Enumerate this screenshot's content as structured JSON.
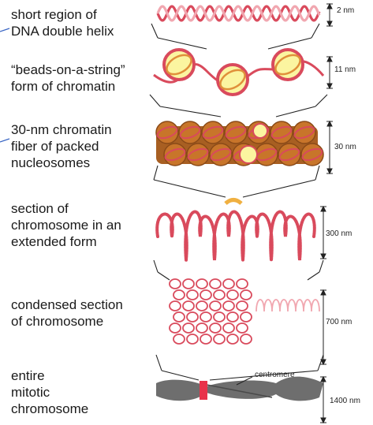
{
  "panels": [
    {
      "lines": [
        "short region of",
        "DNA double helix"
      ],
      "scale": "2 nm"
    },
    {
      "lines": [
        "“beads-on-a-string”",
        "form of chromatin"
      ],
      "scale": "11 nm"
    },
    {
      "lines": [
        "30-nm chromatin",
        "fiber of packed",
        "nucleosomes"
      ],
      "scale": "30 nm"
    },
    {
      "lines": [
        "section of",
        "chromosome in an",
        "extended form"
      ],
      "scale": "300 nm"
    },
    {
      "lines": [
        "condensed section",
        "of chromosome"
      ],
      "scale": "700 nm"
    },
    {
      "lines": [
        "entire",
        "mitotic",
        "chromosome"
      ],
      "scale": "1400 nm"
    }
  ],
  "annotations": {
    "centromere": "centromere"
  },
  "colors": {
    "dna": "#d94a5c",
    "dna_light": "#f1a7b0",
    "bead_fill": "#fbf5a0",
    "bead_ring": "#e0903a",
    "fiber": "#c8752a",
    "chromosome": "#6e6e6e",
    "centromere_band": "#e8324a",
    "connector": "#222222",
    "bracket": "#3a66c4"
  },
  "icons": [
    "double-helix-drawing",
    "nucleosome-bead",
    "chromatin-fiber-drawing",
    "chromatin-loop-drawing",
    "condensed-chromatin-drawing",
    "mitotic-chromosome-drawing"
  ]
}
